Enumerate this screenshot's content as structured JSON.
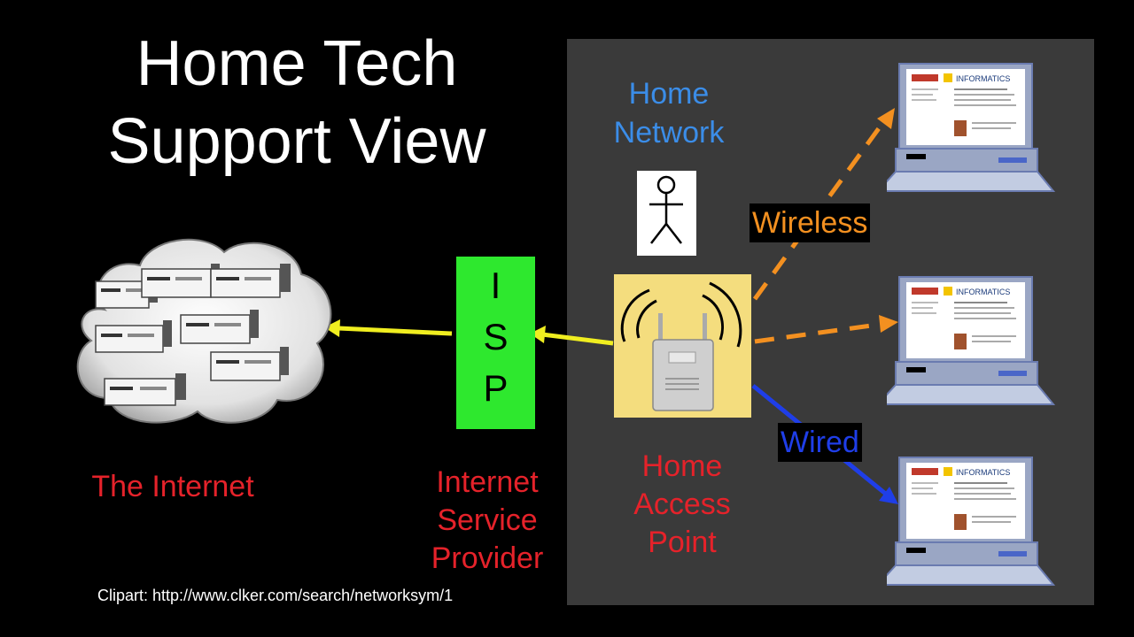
{
  "title": "Home Tech\nSupport View",
  "home_network_label": "Home\nNetwork",
  "wireless_label": "Wireless",
  "wired_label": "Wired",
  "isp": {
    "letters": [
      "I",
      "S",
      "P"
    ]
  },
  "internet_label": "The Internet",
  "isp_label": "Internet\nService\nProvider",
  "access_point_label": "Home\nAccess\nPoint",
  "clipart_credit": "Clipart: http://www.clker.com/search/networksym/1",
  "screen_brand": "INFORMATICS",
  "colors": {
    "background": "#000000",
    "home_network_panel": "#3a3a3a",
    "home_network_text": "#3b8de8",
    "wireless": "#f39020",
    "wired": "#1f3ee8",
    "isp_box": "#2ee82e",
    "label_red": "#e5222a",
    "uplink": "#f0ee20",
    "access_point_bg": "#f4dd7e"
  }
}
